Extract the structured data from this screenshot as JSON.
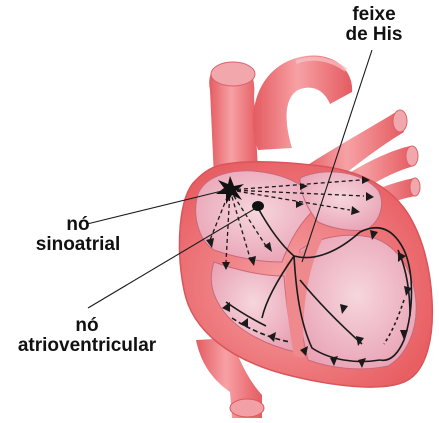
{
  "labels": {
    "bundle_of_his": [
      "feixe",
      "de His"
    ],
    "sinoatrial_node": [
      "nó",
      "sinoatrial"
    ],
    "atrioventricular_node": [
      "nó",
      "atrioventricular"
    ]
  },
  "colors": {
    "outer_wall": "#ec6f6f",
    "wall_light": "#f6a3a6",
    "chamber": "#f3c9d2",
    "chamber_shadow": "#e9a3b5",
    "conduction_path": "#1a1a1a",
    "label_text": "#111111"
  },
  "icons": {
    "sinoatrial_node": "black-star-burst",
    "conduction_arrows": "small-black-arrowheads"
  }
}
